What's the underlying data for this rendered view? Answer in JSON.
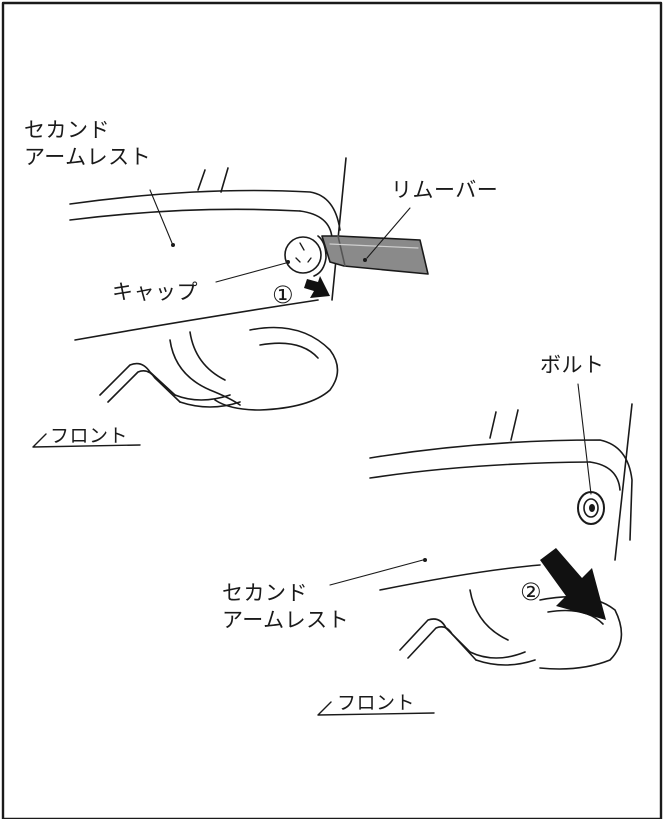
{
  "labels": {
    "armrest_top_line1": "セカンド",
    "armrest_top_line2": "アームレスト",
    "remover": "リムーバー",
    "cap": "キャップ",
    "step1": "①",
    "front_top": "フロント",
    "bolt": "ボルト",
    "armrest_bottom_line1": "セカンド",
    "armrest_bottom_line2": "アームレスト",
    "step2": "②",
    "front_bottom": "フロント"
  },
  "colors": {
    "line": "#1a1a1a",
    "tool": "#8a8a8a",
    "arrow": "#111111"
  }
}
